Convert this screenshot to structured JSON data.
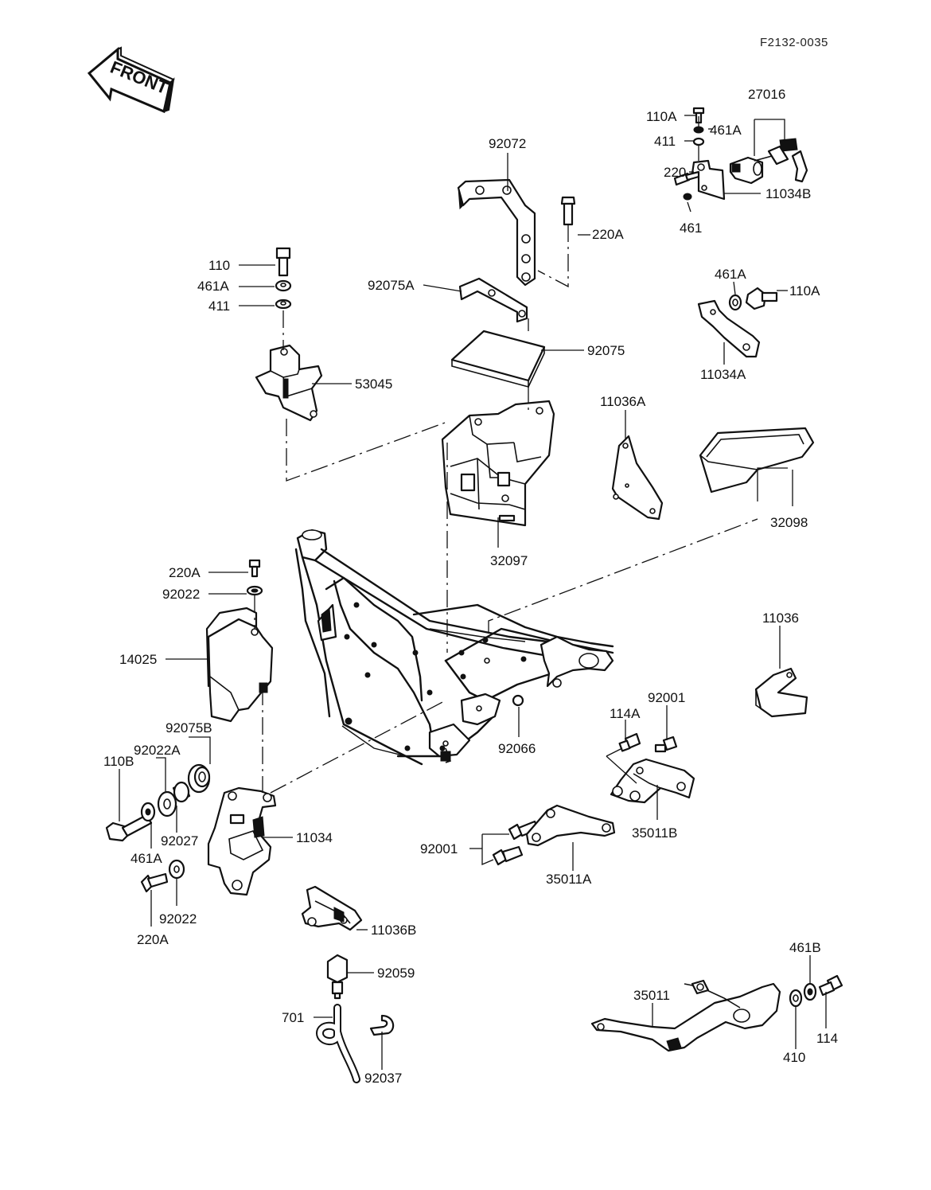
{
  "diagram_code": "F2132-0035",
  "direction_arrow": "FRONT",
  "parts": {
    "p92072": "92072",
    "p220A_top": "220A",
    "p92075A": "92075A",
    "p92075": "92075",
    "p110": "110",
    "p461A_left": "461A",
    "p411_left": "411",
    "p53045": "53045",
    "p32097": "32097",
    "p11036A": "11036A",
    "p32098": "32098",
    "p27016": "27016",
    "p110A_tr": "110A",
    "p461A_tr": "461A",
    "p411_tr": "411",
    "p220_tr": "220",
    "p11034B": "11034B",
    "p461_tr": "461",
    "p461A_right": "461A",
    "p110A_right": "110A",
    "p11034A": "11034A",
    "p220A_mid": "220A",
    "p92022_mid": "92022",
    "p14025": "14025",
    "p11036": "11036",
    "p92001_right": "92001",
    "p114A": "114A",
    "p92066": "92066",
    "p92075B": "92075B",
    "p92022A": "92022A",
    "p110B": "110B",
    "p92027": "92027",
    "p11034": "11034",
    "p461A_bl": "461A",
    "p92022_bl": "92022",
    "p220A_bl": "220A",
    "p35011B": "35011B",
    "p92001_low": "92001",
    "p35011A": "35011A",
    "p11036B": "11036B",
    "p92059": "92059",
    "p701": "701",
    "p92037": "92037",
    "p461B": "461B",
    "p35011": "35011",
    "p410": "410",
    "p114": "114"
  }
}
